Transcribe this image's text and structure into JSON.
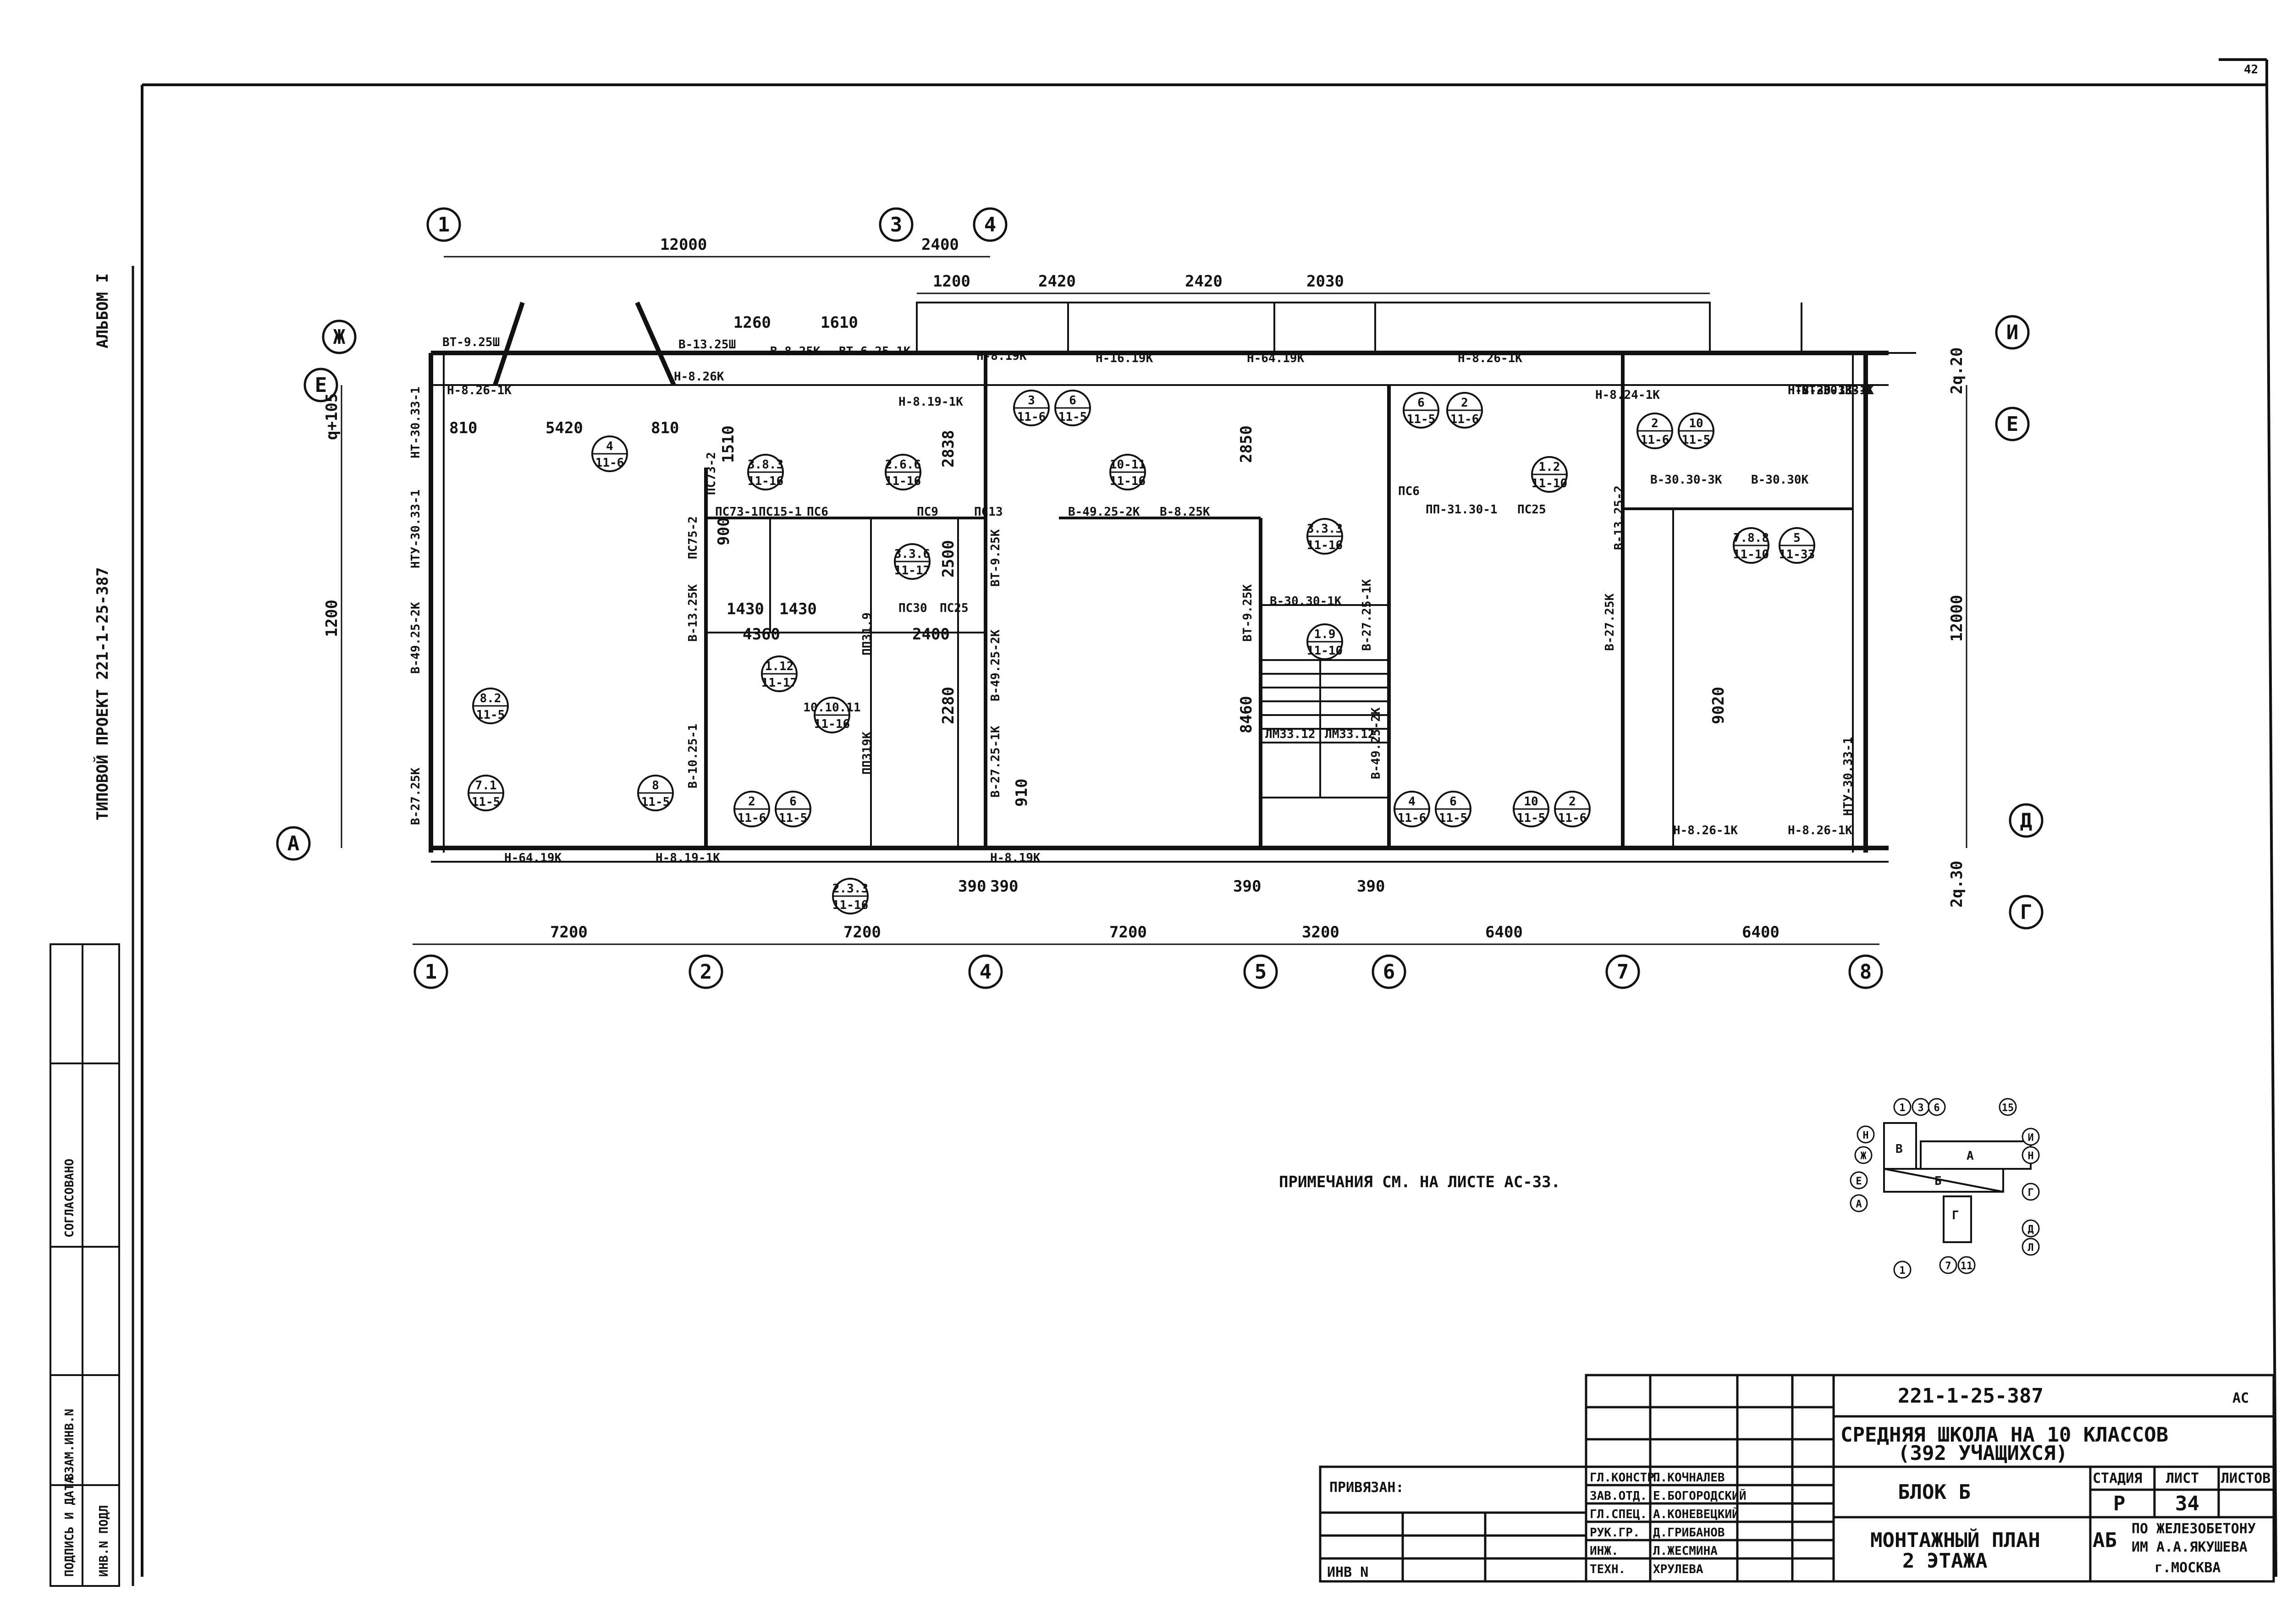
{
  "sheet_corner": "42",
  "side_labels": {
    "album": "АЛЬБОМ I",
    "project": "ТИПОВОЙ ПРОЕКТ 221-1-25-387",
    "agreed": "СОГЛАСОВАНО",
    "inv_podl": "ИНВ.N ПОДЛ",
    "sign_date": "ПОДПИСЬ И ДАТА",
    "vzam": "ВЗАМ.ИНВ.N"
  },
  "axes": {
    "top": [
      "1",
      "3",
      "4",
      "И"
    ],
    "bottom": [
      "1",
      "2",
      "4",
      "5",
      "6",
      "7",
      "8"
    ],
    "left": [
      "Ж",
      "Е",
      "А"
    ],
    "right": [
      "Е",
      "Д",
      "Г"
    ]
  },
  "dimensions": {
    "top_overall": [
      "12000",
      "2400"
    ],
    "top_windows": [
      "1200",
      "2420",
      "2420",
      "2030"
    ],
    "bottom": [
      "7200",
      "7200",
      "7200",
      "3200",
      "6400",
      "6400"
    ],
    "left": [
      "1200",
      "q+105"
    ],
    "right": [
      "12000",
      "2q.20",
      "2q.30"
    ],
    "inner": [
      "5420",
      "810",
      "810",
      "1260",
      "1610",
      "2850",
      "8460",
      "9020",
      "4360",
      "2400",
      "2500",
      "2280",
      "1510",
      "910",
      "390",
      "390",
      "390",
      "390",
      "2838",
      "1430",
      "1430",
      "900"
    ]
  },
  "elements": [
    "ВТ-9.25Ш",
    "Н-8.26-1К",
    "В-13.25Ш",
    "В-8.25К",
    "ВТ-6.25-1К",
    "Н-8.26К",
    "Н-8.19-1К",
    "Н-8.19К",
    "Н-16.19К",
    "Н-64.19К",
    "Н-8.26-1К",
    "НТУ-30.33-1К",
    "НТ-30.33-1",
    "НТ-30.33-1",
    "НТУ-30.33-1",
    "В-49.25-2К",
    "В-27.25К",
    "В-10.25-1",
    "В-13.25К",
    "ПС75-2",
    "ПС73-2",
    "ПС73-1",
    "ПС15-1",
    "ПС6",
    "ПС9",
    "ПС13",
    "ПС30",
    "ПС25",
    "ПП319К",
    "ПП31.9",
    "В-49.25-2К",
    "В-8.25К",
    "ВТ-9.25К",
    "В-49.25-2К",
    "В-27.25-1К",
    "ВТ-9.25К",
    "В-30.30-1К",
    "ЛМ33.12",
    "ЛМ33.12",
    "В-27.25-1К",
    "ПС6",
    "ПП-31.30-1",
    "ПС25",
    "В-49.25-2К",
    "В-27.25К",
    "В-30.30-3К",
    "В-30.30К",
    "В-13.25-2",
    "Н-64.19К",
    "Н-8.19-1К",
    "Н-8.19К",
    "Н-8.26-1К",
    "Н-8.26-1К",
    "Н-8.24-1К",
    "Н-8.26-1К",
    "НТУ-30.33-1"
  ],
  "callouts": [
    {
      "num": "4",
      "ref": "11-6"
    },
    {
      "num": "3.8.3",
      "ref": "11-16"
    },
    {
      "num": "2.6.6",
      "ref": "11-16"
    },
    {
      "num": "10-11",
      "ref": "11-16"
    },
    {
      "num": "3",
      "ref": "11-6"
    },
    {
      "num": "6",
      "ref": "11-5"
    },
    {
      "num": "6",
      "ref": "11-5"
    },
    {
      "num": "2",
      "ref": "11-6"
    },
    {
      "num": "2",
      "ref": "11-6"
    },
    {
      "num": "10",
      "ref": "11-5"
    },
    {
      "num": "1.2",
      "ref": "11-10"
    },
    {
      "num": "3.3.6",
      "ref": "11-17"
    },
    {
      "num": "3.3.3",
      "ref": "11-16"
    },
    {
      "num": "7.8.8",
      "ref": "11-10"
    },
    {
      "num": "5",
      "ref": "11-33"
    },
    {
      "num": "1.12",
      "ref": "11-17"
    },
    {
      "num": "1.9",
      "ref": "11-10"
    },
    {
      "num": "10.10.11",
      "ref": "11-16"
    },
    {
      "num": "8.2",
      "ref": "11-5"
    },
    {
      "num": "7.1",
      "ref": "11-5"
    },
    {
      "num": "8",
      "ref": "11-5"
    },
    {
      "num": "2",
      "ref": "11-6"
    },
    {
      "num": "6",
      "ref": "11-5"
    },
    {
      "num": "4",
      "ref": "11-6"
    },
    {
      "num": "6",
      "ref": "11-5"
    },
    {
      "num": "10",
      "ref": "11-5"
    },
    {
      "num": "2",
      "ref": "11-6"
    },
    {
      "num": "2.3.3",
      "ref": "11-16"
    }
  ],
  "notes": "ПРИМЕЧАНИЯ СМ. НА ЛИСТЕ АС-33.",
  "key_plan": {
    "blocks": [
      "В",
      "А",
      "Б",
      "Г"
    ],
    "axes": [
      "Н",
      "1",
      "3",
      "6",
      "15",
      "Ж",
      "Е",
      "А",
      "1",
      "7",
      "11",
      "И",
      "Н",
      "Г",
      "Д",
      "Л"
    ]
  },
  "title_block": {
    "code": "221-1-25-387",
    "sheet_mark": "АС",
    "attached": "ПРИВЯЗАН:",
    "inv": "ИНВ N",
    "title": "СРЕДНЯЯ ШКОЛА НА 10 КЛАССОВ",
    "subtitle": "(392 УЧАЩИХСЯ)",
    "block": "БЛОК Б",
    "drawing": "МОНТАЖНЫЙ ПЛАН",
    "floor": "2 ЭТАЖА",
    "stage_label": "СТАДИЯ",
    "sheet_label": "ЛИСТ",
    "sheets_label": "ЛИСТОВ",
    "stage": "Р",
    "sheet": "34",
    "org_line1": "ПО ЖЕЛЕЗОБЕТОНУ",
    "org_line2": "ИМ А.А.ЯКУШЕВА",
    "org_line3": "г.МОСКВА",
    "org_mark": "АБ",
    "staff": [
      {
        "role": "ГЛ.КОНСТР.",
        "name": "П.КОЧНАЛЕВ"
      },
      {
        "role": "ЗАВ.ОТД.",
        "name": "Е.БОГОРОДСКИЙ"
      },
      {
        "role": "ГЛ.СПЕЦ.",
        "name": "А.КОНЕВЕЦКИЙ"
      },
      {
        "role": "РУК.ГР.",
        "name": "Д.ГРИБАНОВ"
      },
      {
        "role": "ИНЖ.",
        "name": "Л.ЖЕСМИНА"
      },
      {
        "role": "ТЕХН.",
        "name": "ХРУЛЕВА"
      }
    ]
  }
}
